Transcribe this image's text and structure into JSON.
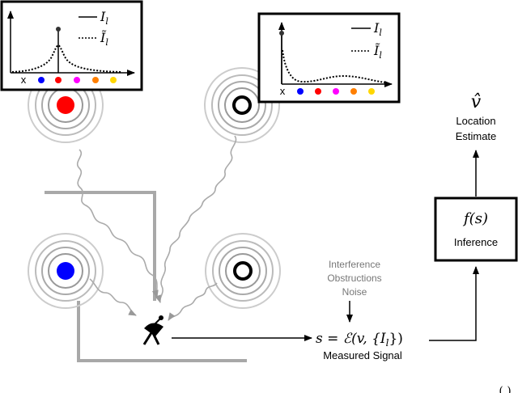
{
  "colors": {
    "beacon_red": "#ff0000",
    "beacon_blue": "#0000ff",
    "wave_gray": "#999999",
    "wall_gray": "#a8a8a8",
    "dot_colors": [
      "#0000ff",
      "#ff0000",
      "#ff00ff",
      "#ff7f00",
      "#ffd700"
    ]
  },
  "plot_left": {
    "x_label": "x",
    "legend_solid": "I",
    "legend_solid_sub": "l",
    "legend_dotted": "Ĩ",
    "legend_dotted_sub": "l"
  },
  "plot_right": {
    "x_label": "x",
    "legend_solid": "I",
    "legend_solid_sub": "l",
    "legend_dotted": "Ĩ",
    "legend_dotted_sub": "l"
  },
  "interference": {
    "line1": "Interference",
    "line2": "Obstructions",
    "line3": "Noise"
  },
  "signal": {
    "equation_lhs": "s = ",
    "equation_rhs": "ℰ(v, {I",
    "equation_sub": "l",
    "equation_end": "})",
    "label": "Measured Signal"
  },
  "inference": {
    "function": "f(s)",
    "label": "Inference"
  },
  "estimate": {
    "symbol": "v̂",
    "line1": "Location",
    "line2": "Estimate"
  },
  "corner_mark": "(  )"
}
